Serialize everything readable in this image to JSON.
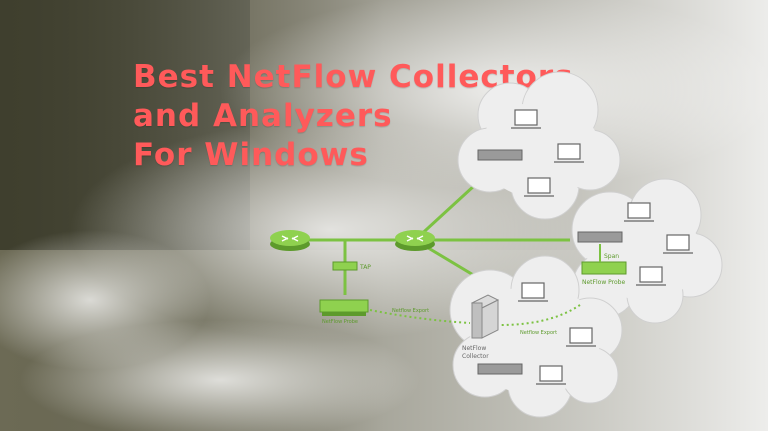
{
  "title": {
    "line1": "Best NetFlow Collectors",
    "line2": "and Analyzers",
    "line3": "For Windows"
  },
  "diagram": {
    "tap_label": "TAP",
    "span_label": "Span",
    "probe_label": "NetFlow Probe",
    "left_probe_label": "NetFlow Probe",
    "export_label_1": "Netflow Export",
    "export_label_2": "Netflow Export",
    "collector_label_line1": "NetFlow",
    "collector_label_line2": "Collector"
  },
  "colors": {
    "title": "#ff5a5a",
    "link_green": "#7cc242",
    "cloud": "#eeeeee"
  }
}
